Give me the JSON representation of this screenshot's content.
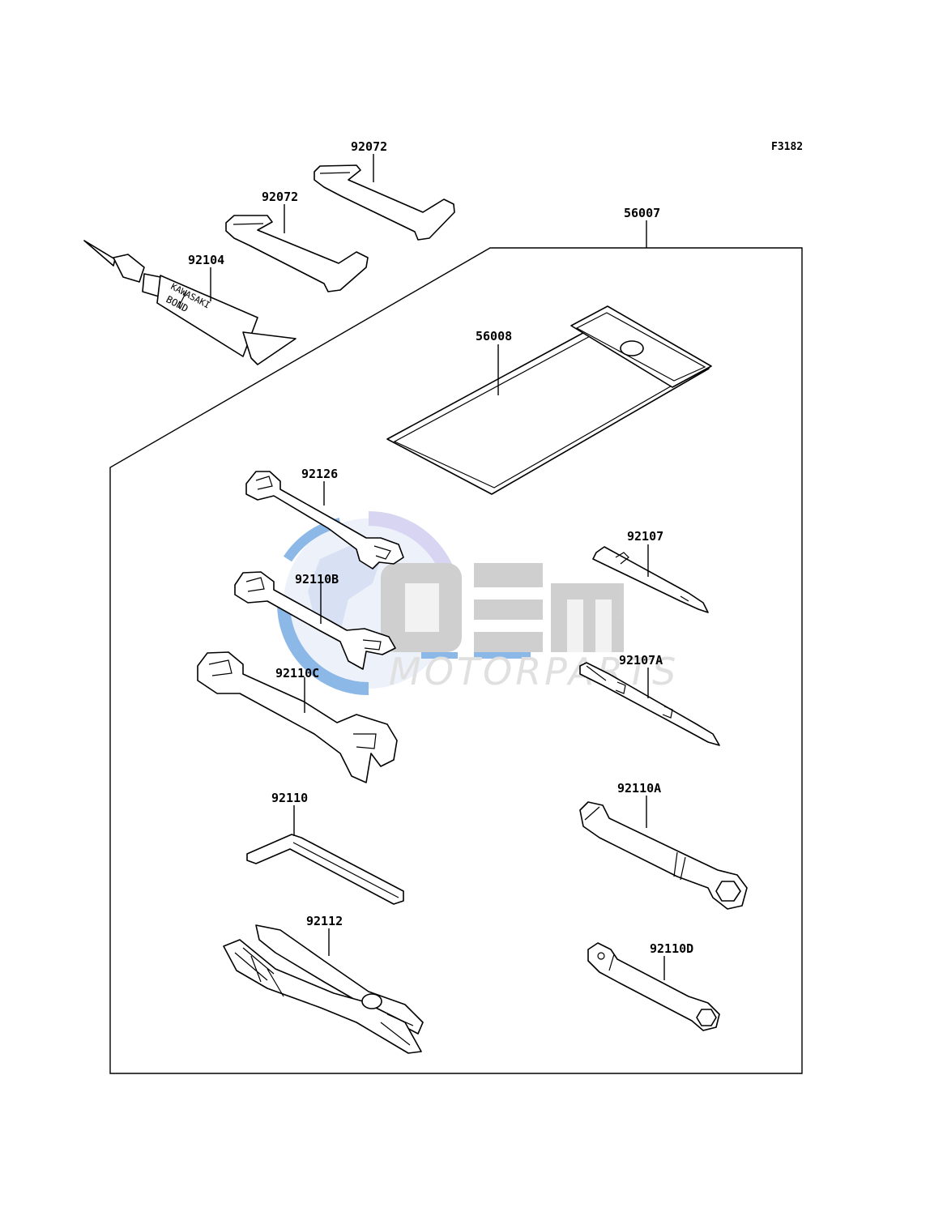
{
  "figure": {
    "code": "F3182"
  },
  "parts": [
    {
      "id": "p-92072-a",
      "number": "92072",
      "name": "strap"
    },
    {
      "id": "p-92072-b",
      "number": "92072",
      "name": "strap"
    },
    {
      "id": "p-92104",
      "number": "92104",
      "name": "bond-tube"
    },
    {
      "id": "p-56007",
      "number": "56007",
      "name": "tool-kit"
    },
    {
      "id": "p-56008",
      "number": "56008",
      "name": "tool-pouch"
    },
    {
      "id": "p-92126",
      "number": "92126",
      "name": "wrench"
    },
    {
      "id": "p-92110B",
      "number": "92110B",
      "name": "wrench"
    },
    {
      "id": "p-92110C",
      "number": "92110C",
      "name": "wrench"
    },
    {
      "id": "p-92110",
      "number": "92110",
      "name": "hex-key"
    },
    {
      "id": "p-92112",
      "number": "92112",
      "name": "pliers"
    },
    {
      "id": "p-92107",
      "number": "92107",
      "name": "screwdriver-bit"
    },
    {
      "id": "p-92107A",
      "number": "92107A",
      "name": "screwdriver-bit"
    },
    {
      "id": "p-92110A",
      "number": "92110A",
      "name": "box-wrench"
    },
    {
      "id": "p-92110D",
      "number": "92110D",
      "name": "box-wrench"
    }
  ],
  "tube_text": {
    "line1": "KAWASAKI",
    "line2": "BOND"
  },
  "watermark": {
    "brand": "OEM",
    "sub": "MOTORPARTS",
    "colors": {
      "blue": "#2f7fd6",
      "gray": "#a9a9a9",
      "violet": "#b7b4e8"
    }
  }
}
